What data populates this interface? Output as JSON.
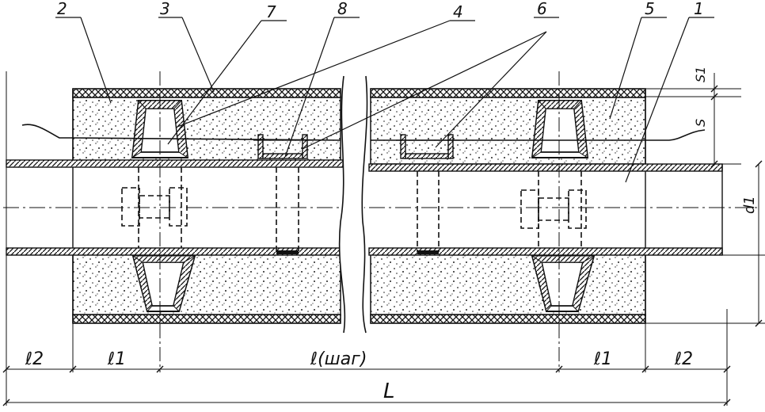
{
  "drawing": {
    "callouts": [
      {
        "id": "c1",
        "text": "1"
      },
      {
        "id": "c2",
        "text": "2"
      },
      {
        "id": "c3",
        "text": "3"
      },
      {
        "id": "c4",
        "text": "4"
      },
      {
        "id": "c5",
        "text": "5"
      },
      {
        "id": "c6",
        "text": "6"
      },
      {
        "id": "c7",
        "text": "7"
      },
      {
        "id": "c8",
        "text": "8"
      }
    ],
    "dimensions": {
      "l2_left": "ℓ2",
      "l1_left": "ℓ1",
      "l_pitch": "ℓ(шаг)",
      "l1_right": "ℓ1",
      "l2_right": "ℓ2",
      "total": "L",
      "s1": "S1",
      "s": "S",
      "d1": "d1"
    },
    "colors": {
      "ink": "#111111",
      "paper": "#ffffff"
    }
  }
}
